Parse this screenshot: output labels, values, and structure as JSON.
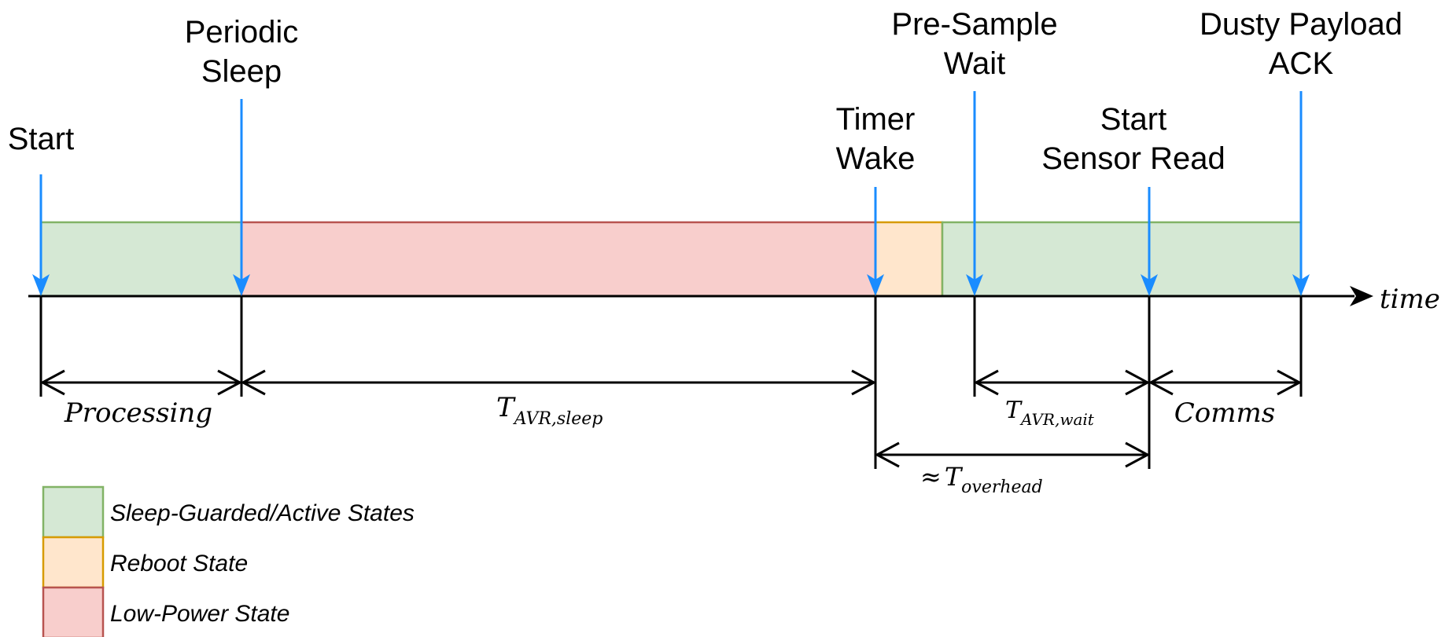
{
  "events": {
    "start": {
      "lines": [
        "Start"
      ]
    },
    "periodic_sleep": {
      "lines": [
        "Periodic",
        "Sleep"
      ]
    },
    "timer_wake": {
      "lines": [
        "Timer",
        "Wake"
      ]
    },
    "pre_sample_wait": {
      "lines": [
        "Pre-Sample",
        "Wait"
      ]
    },
    "start_sensor_read": {
      "lines": [
        "Start",
        "Sensor Read"
      ]
    },
    "dusty_payload_ack": {
      "lines": [
        "Dusty Payload",
        "ACK"
      ]
    }
  },
  "axis_label": "time",
  "intervals": {
    "processing": {
      "text": "Processing"
    },
    "avr_sleep": {
      "base": "T",
      "sub": "AVR,sleep"
    },
    "overhead": {
      "prefix": "≈",
      "base": "T",
      "sub": "overhead"
    },
    "avr_wait": {
      "base": "T",
      "sub": "AVR,wait"
    },
    "comms": {
      "text": "Comms"
    }
  },
  "legend": [
    {
      "label": "Sleep-Guarded/Active States",
      "fill": "#d5e8d4",
      "stroke": "#82b366"
    },
    {
      "label": "Reboot State",
      "fill": "#ffe6cc",
      "stroke": "#d79b00"
    },
    {
      "label": "Low-Power State",
      "fill": "#f8cecc",
      "stroke": "#b85450"
    }
  ],
  "colors": {
    "event_arrow": "#1a8cff",
    "axis": "#000000"
  }
}
